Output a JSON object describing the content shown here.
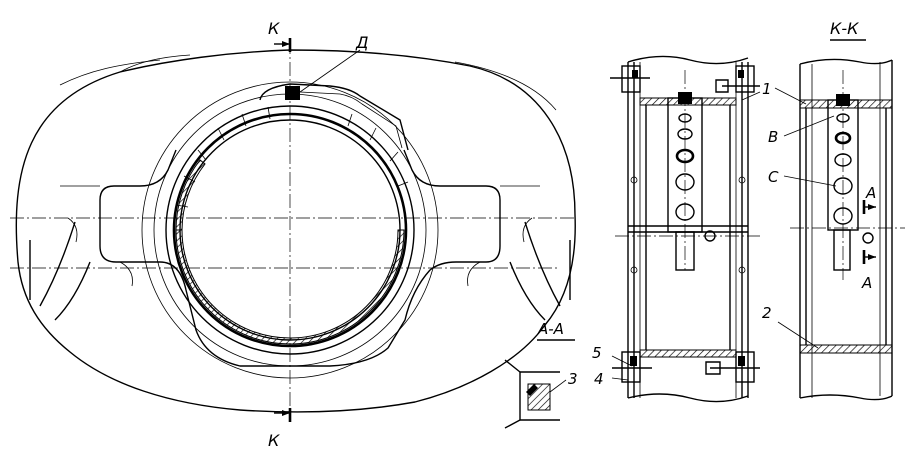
{
  "labels": {
    "section_k_top": "К",
    "section_k_bottom": "К",
    "detail_d": "Д",
    "section_aa": "А-А",
    "section_kk": "К-К",
    "part_1": "1",
    "part_2": "2",
    "part_3": "3",
    "part_4": "4",
    "part_5": "5",
    "detail_b": "В",
    "detail_c": "С",
    "arrow_a_top": "А",
    "arrow_a_bottom": "А"
  }
}
